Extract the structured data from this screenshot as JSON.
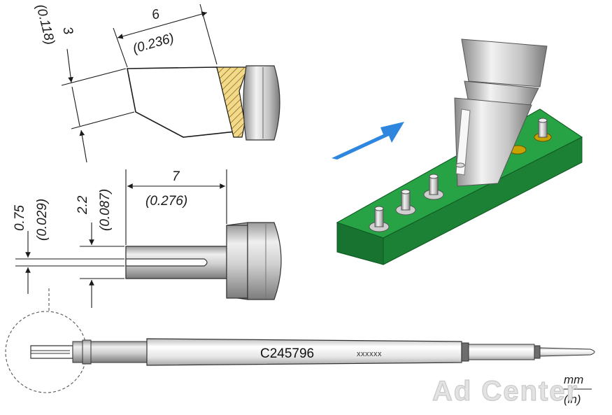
{
  "dimensions": {
    "top_length": {
      "mm": "6",
      "in": "(0.236)"
    },
    "top_height": {
      "mm": "3",
      "in": "(0.118)"
    },
    "slot_width": {
      "mm": "0.75",
      "in": "(0.029)"
    },
    "tip_width": {
      "mm": "2.2",
      "in": "(0.087)"
    },
    "side_length": {
      "mm": "7",
      "in": "(0.276)"
    }
  },
  "part_number": "C245796",
  "marking": "xxxxxx",
  "units": {
    "mm": "mm",
    "in": "(in)"
  },
  "watermark": "Ad Center",
  "icons": [
    "direction-arrow-icon"
  ],
  "colors": {
    "pcb_green": "#1f8a3a",
    "pcb_edge": "#156b2b",
    "arrow_blue": "#2e86de",
    "gold_ring": "#c8a300",
    "hatch": "#d9b25a"
  }
}
